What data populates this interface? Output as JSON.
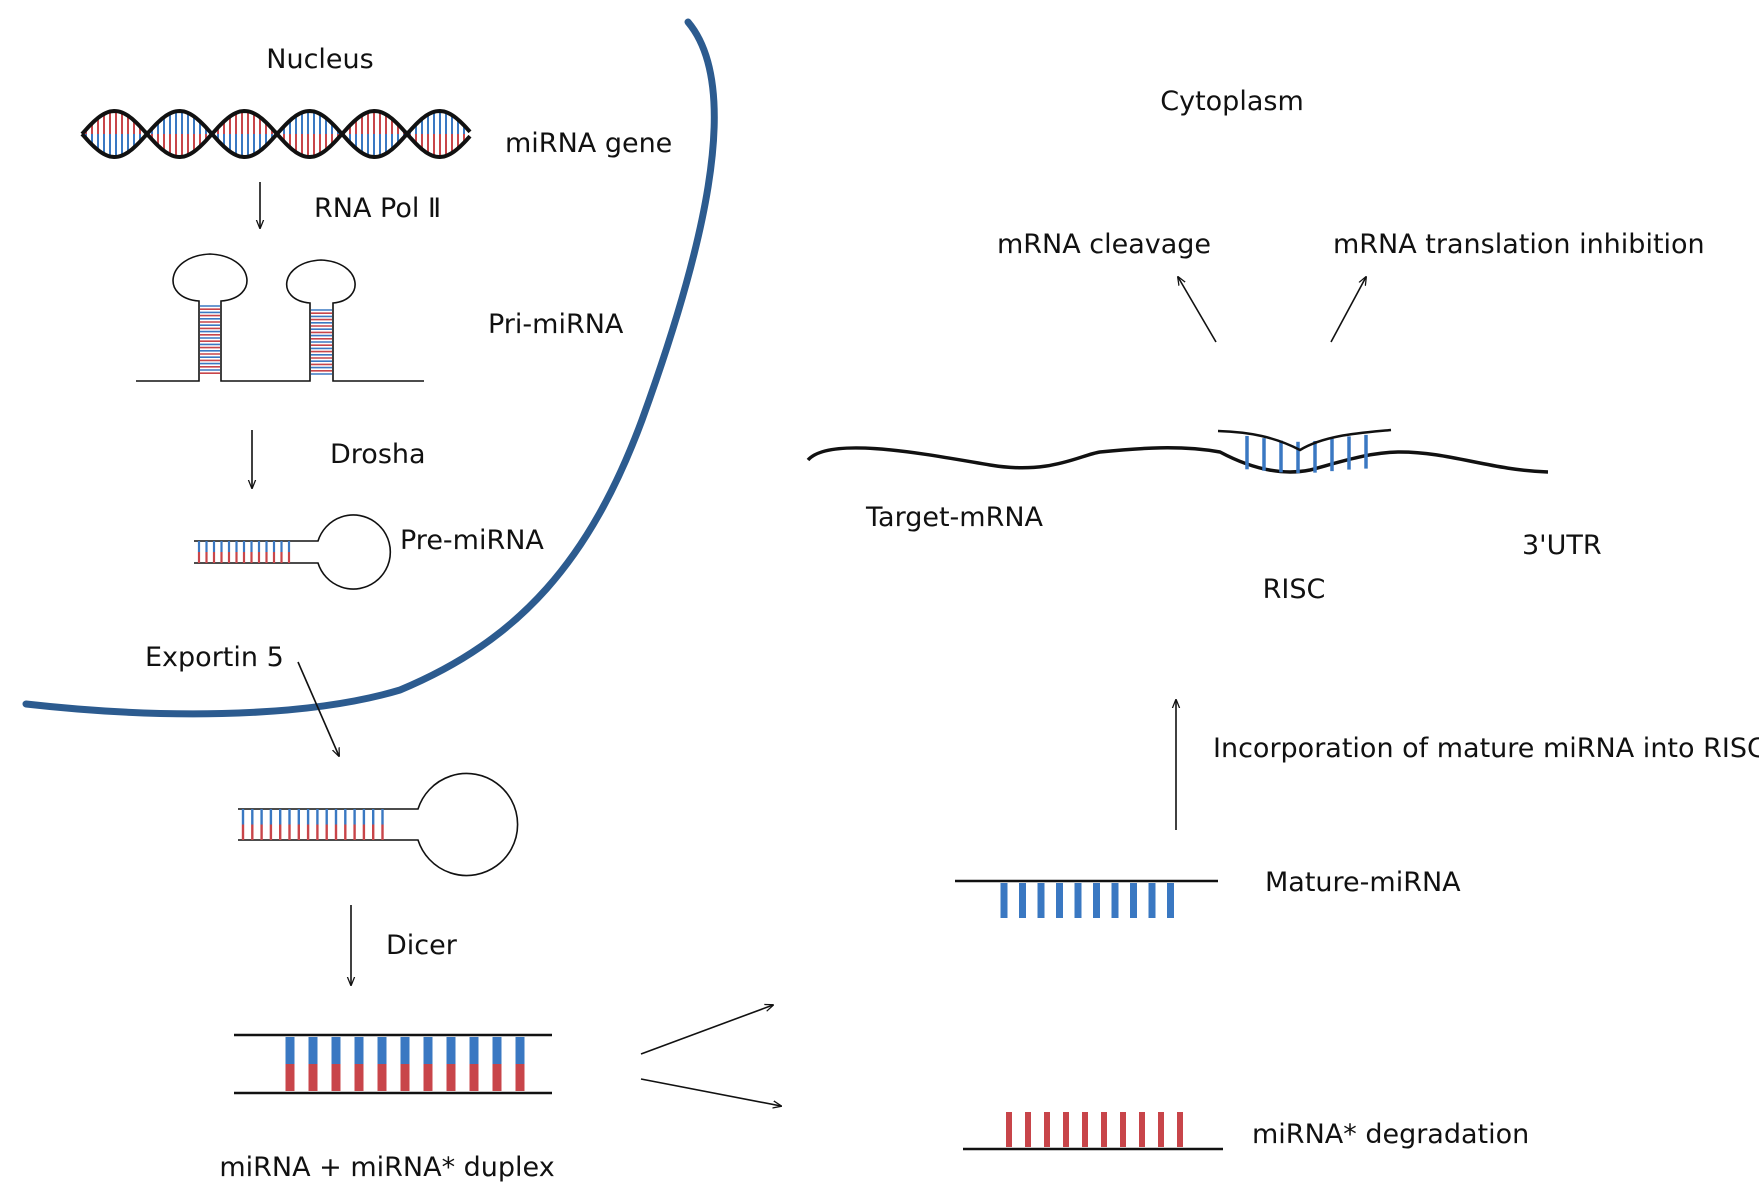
{
  "regions": {
    "nucleus": "Nucleus",
    "cytoplasm": "Cytoplasm"
  },
  "steps": {
    "gene": "miRNA gene",
    "pol": "RNA Pol Ⅱ",
    "pri": "Pri-miRNA",
    "drosha": "Drosha",
    "pre": "Pre-miRNA",
    "exportin": "Exportin 5",
    "dicer": "Dicer",
    "duplex": "miRNA + miRNA* duplex",
    "mature": "Mature-miRNA",
    "degradation": "miRNA* degradation",
    "incorporation": "Incorporation of mature miRNA into RISC"
  },
  "risc": {
    "risc_label": "RISC",
    "target": "Target-mRNA",
    "utr": "3'UTR",
    "cleavage": "mRNA cleavage",
    "inhibition": "mRNA translation inhibition"
  },
  "colors": {
    "membrane": "#2c5b8f",
    "mirna_strand": "#3a78c2",
    "star_strand": "#c8454a",
    "line": "#111111"
  }
}
